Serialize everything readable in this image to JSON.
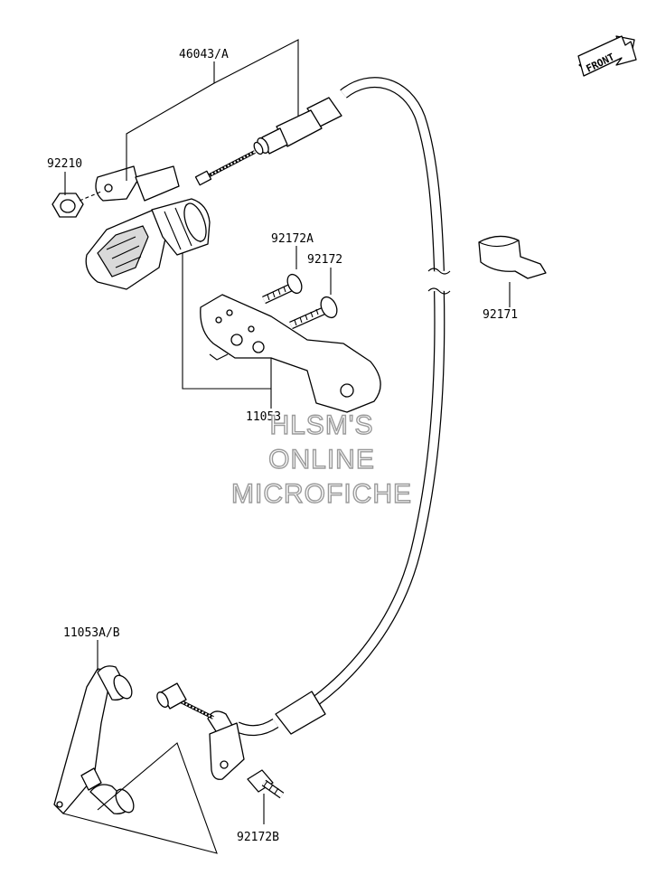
{
  "labels": {
    "cable_assembly": "46043/A",
    "nut": "92210",
    "screw_a": "92172A",
    "screw": "92172",
    "clamp": "92171",
    "bracket": "11053",
    "bracket_lower": "11053A/B",
    "bolt": "92172B"
  },
  "front_indicator": "FRONT",
  "watermark": {
    "line1": "HLSM'S",
    "line2": "ONLINE",
    "line3": "MICROFICHE"
  }
}
